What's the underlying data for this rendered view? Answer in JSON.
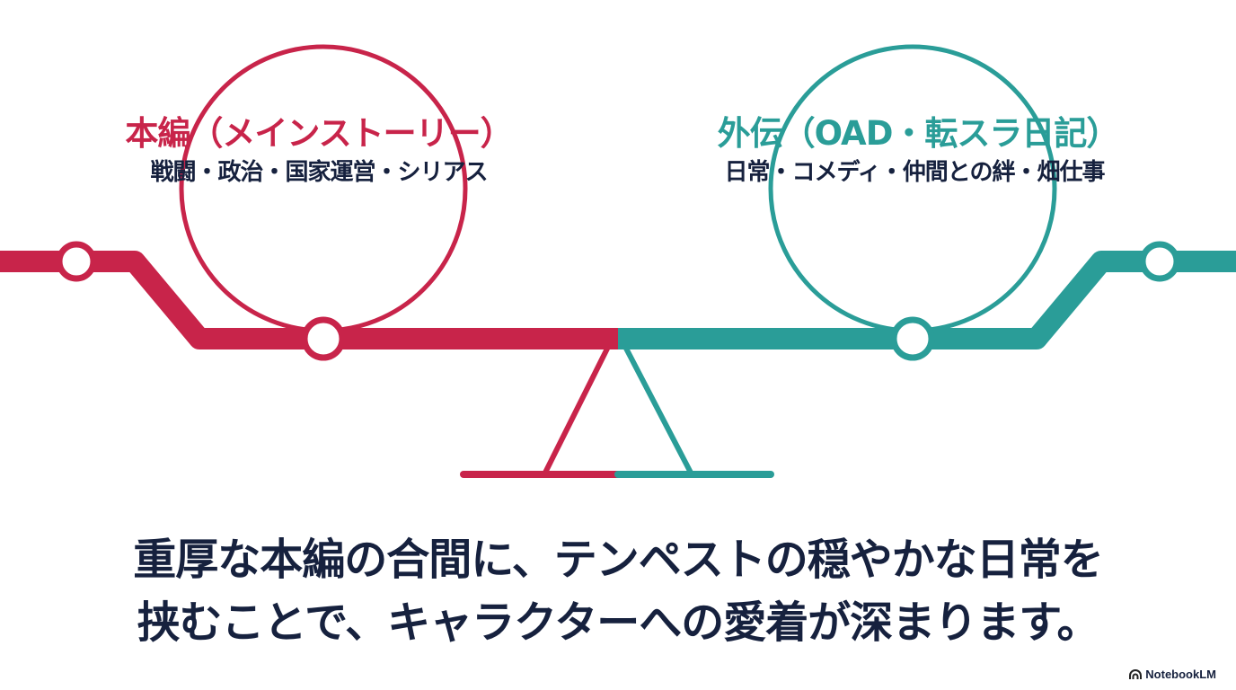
{
  "colors": {
    "main_story": "#C8244A",
    "side_story": "#2A9D98",
    "text_dark": "#16213E",
    "node_fill": "#FFFFFF"
  },
  "left": {
    "title": "本編（メインストーリー）",
    "subtitle": "戦闘・政治・国家運営・シリアス"
  },
  "right": {
    "title": "外伝（OAD・転スラ日記）",
    "subtitle": "日常・コメディ・仲間との絆・畑仕事"
  },
  "caption": {
    "line1": "重厚な本編の合間に、テンペストの穏やかな日常を",
    "line2": "挟むことで、キャラクターへの愛着が深まります。"
  },
  "watermark": {
    "text": "NotebookLM",
    "icon": "notebooklm-logo-icon"
  }
}
